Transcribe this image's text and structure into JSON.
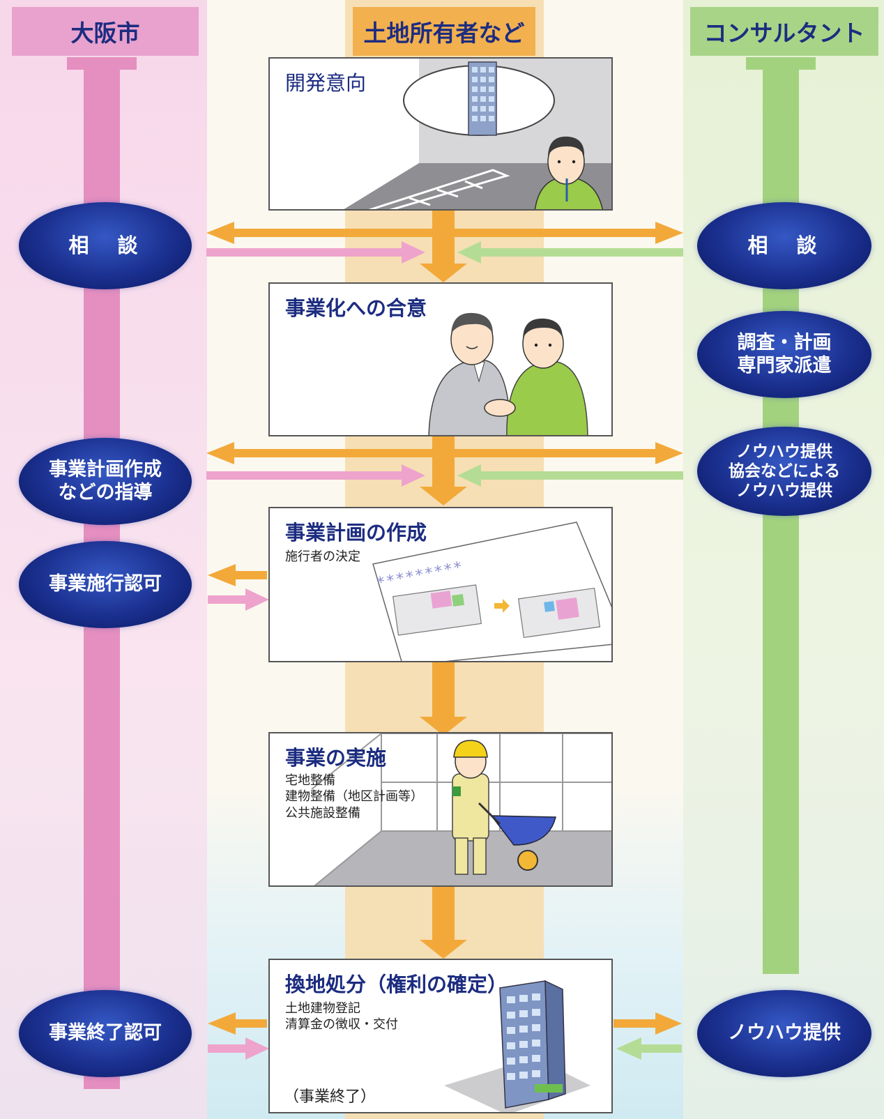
{
  "columns": {
    "left": "大阪市",
    "middle": "土地所有者など",
    "right": "コンサルタント"
  },
  "left_ovals": [
    {
      "lines": [
        "相　談"
      ]
    },
    {
      "lines": [
        "事業計画作成",
        "などの指導"
      ]
    },
    {
      "lines": [
        "事業施行認可"
      ]
    },
    {
      "lines": [
        "事業終了認可"
      ]
    }
  ],
  "right_ovals": [
    {
      "lines": [
        "相　談"
      ]
    },
    {
      "lines": [
        "調査・計画",
        "専門家派遣"
      ]
    },
    {
      "lines": [
        "ノウハウ提供",
        "協会などによる",
        "ノウハウ提供"
      ]
    },
    {
      "lines": [
        "ノウハウ提供"
      ]
    }
  ],
  "steps": [
    {
      "title": "開発意向",
      "details": []
    },
    {
      "title": "事業化への合意",
      "details": []
    },
    {
      "title": "事業計画の作成",
      "details": [
        "施行者の決定"
      ],
      "plan_mark": "*********"
    },
    {
      "title": "事業の実施",
      "details": [
        "宅地整備",
        "建物整備（地区計画等）",
        "公共施設整備"
      ]
    },
    {
      "title": "換地処分（権利の確定）",
      "details": [
        "土地建物登記",
        "清算金の徴収・交付"
      ],
      "footer": "（事業終了）"
    }
  ],
  "colors": {
    "left_accent": "#e58fc0",
    "middle_accent": "#f2b04f",
    "right_accent": "#a3d27f",
    "oval_dark": "#1a2f8e"
  },
  "icons": [
    "building-icon",
    "person-icon",
    "handshake-icon",
    "site-plan-icon",
    "worker-icon",
    "wheelbarrow-icon"
  ]
}
